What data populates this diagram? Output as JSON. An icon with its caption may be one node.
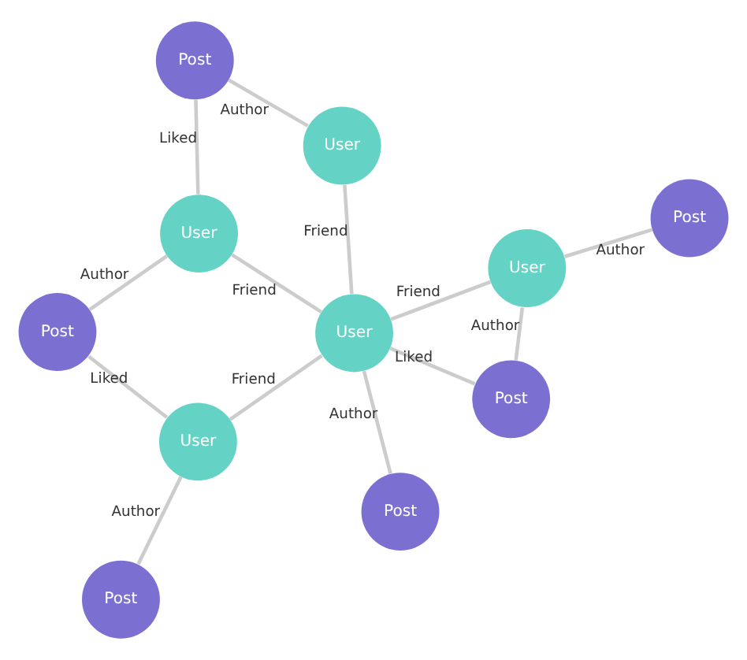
{
  "diagram": {
    "nodes": [
      {
        "text": [
          "Post"
        ]
      },
      {
        "text": [
          "Post"
        ]
      },
      {
        "text": [
          "User"
        ]
      },
      {
        "text": [
          "User"
        ]
      },
      {
        "text": [
          "User"
        ]
      },
      {
        "text": [
          "Post"
        ]
      },
      {
        "text": [
          "User"
        ]
      },
      {
        "text": [
          "User"
        ]
      },
      {
        "text": [
          "Post"
        ]
      },
      {
        "text": [
          "Post"
        ]
      },
      {
        "text": [
          "Post"
        ]
      }
    ],
    "edges": [
      {
        "from": 0,
        "to": 2,
        "arrow": "none",
        "label": "Author"
      },
      {
        "from": 2,
        "to": 1,
        "arrow": "none",
        "label": "Liked"
      },
      {
        "from": 0,
        "to": 4,
        "arrow": "none",
        "label": "Liked"
      },
      {
        "from": 2,
        "to": 6,
        "arrow": "none",
        "label": "Friend"
      },
      {
        "from": 1,
        "to": 3,
        "arrow": "none",
        "label": "Author"
      },
      {
        "from": 3,
        "to": 6,
        "arrow": "none",
        "label": "Friend"
      },
      {
        "from": 4,
        "to": 6,
        "arrow": "none",
        "label": "Friend"
      },
      {
        "from": 4,
        "to": 8,
        "arrow": "none",
        "label": "Author"
      },
      {
        "from": 6,
        "to": 7,
        "arrow": "none",
        "label": "Friend"
      },
      {
        "from": 5,
        "to": 7,
        "arrow": "none",
        "label": "Author"
      },
      {
        "from": 6,
        "to": 9,
        "arrow": "none",
        "label": "Author"
      },
      {
        "from": 6,
        "to": 10,
        "arrow": "none",
        "label": "Liked"
      },
      {
        "from": 7,
        "to": 10,
        "arrow": "none",
        "label": "Author"
      }
    ]
  }
}
